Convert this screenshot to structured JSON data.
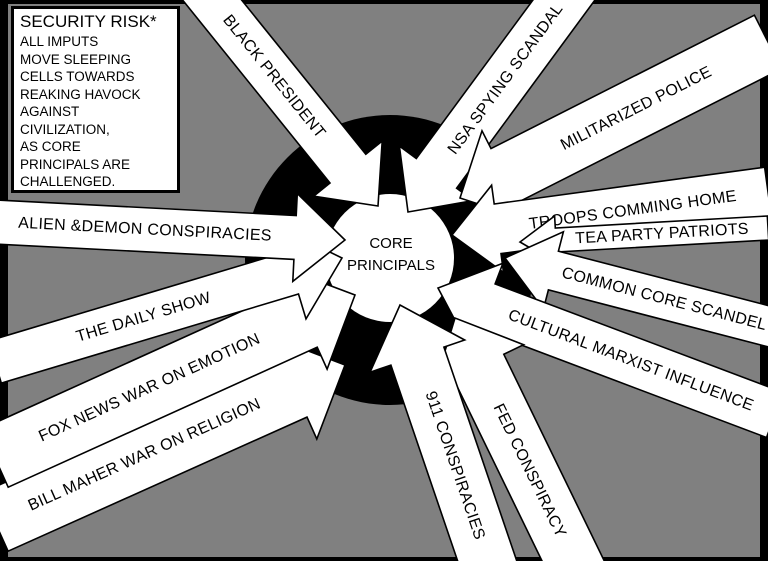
{
  "colors": {
    "background": "#808080",
    "border": "#000000",
    "arrow_fill": "#ffffff",
    "ring": "#000000",
    "text": "#000000"
  },
  "security_box": {
    "title": "SECURITY RISK*",
    "lines": [
      "ALL IMPUTS",
      "MOVE SLEEPING",
      "CELLS TOWARDS",
      "REAKING HAVOCK",
      "AGAINST",
      "CIVILIZATION,",
      "AS CORE",
      "PRINCIPALS ARE",
      "CHALLENGED."
    ]
  },
  "center": {
    "lines": [
      "CORE",
      "PRINCIPALS"
    ]
  },
  "arrows": [
    {
      "label": "BLACK PRESIDENT"
    },
    {
      "label": "NSA SPYING SCANDAL"
    },
    {
      "label": "MILITARIZED POLICE"
    },
    {
      "label": "TROOPS COMMING HOME"
    },
    {
      "label": "TEA PARTY PATRIOTS"
    },
    {
      "label": "COMMON CORE SCANDEL"
    },
    {
      "label": "CULTURAL MARXIST INFLUENCE"
    },
    {
      "label": "FED CONSPIRACY"
    },
    {
      "label": "911 CONSPIRACIES"
    },
    {
      "label": "BILL MAHER WAR ON RELIGION"
    },
    {
      "label": "FOX NEWS WAR ON EMOTION"
    },
    {
      "label": "THE DAILY SHOW"
    },
    {
      "label": "ALIEN &DEMON CONSPIRACIES"
    }
  ]
}
